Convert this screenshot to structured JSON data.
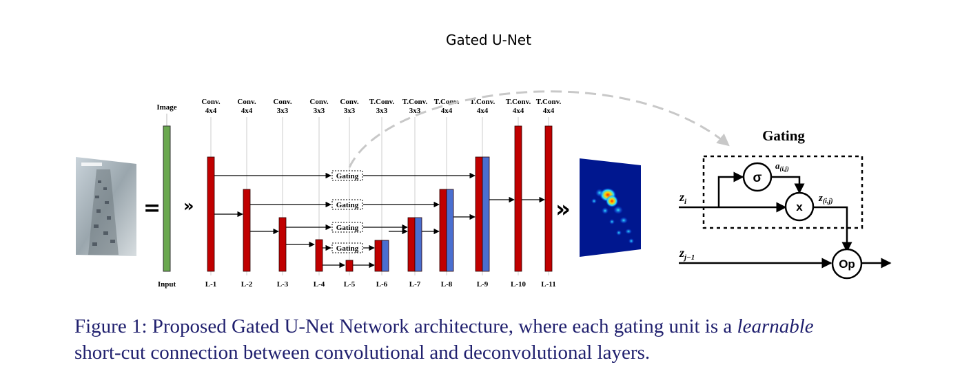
{
  "title": "Gated U-Net",
  "diagram": {
    "image_label": "Image",
    "input_label": "Input",
    "conv_layers": [
      {
        "op": "Conv.",
        "kernel": "4x4",
        "name": "L-1"
      },
      {
        "op": "Conv.",
        "kernel": "4x4",
        "name": "L-2"
      },
      {
        "op": "Conv.",
        "kernel": "3x3",
        "name": "L-3"
      },
      {
        "op": "Conv.",
        "kernel": "3x3",
        "name": "L-4"
      },
      {
        "op": "Conv.",
        "kernel": "3x3",
        "name": "L-5"
      },
      {
        "op": "T.Conv.",
        "kernel": "3x3",
        "name": "L-6"
      },
      {
        "op": "T.Conv.",
        "kernel": "3x3",
        "name": "L-7"
      },
      {
        "op": "T.Conv.",
        "kernel": "4x4",
        "name": "L-8"
      },
      {
        "op": "T.Conv.",
        "kernel": "4x4",
        "name": "L-9"
      },
      {
        "op": "T.Conv.",
        "kernel": "4x4",
        "name": "L-10"
      },
      {
        "op": "T.Conv.",
        "kernel": "4x4",
        "name": "L-11"
      }
    ],
    "gating_label": "Gating",
    "equals_sign": "=",
    "chevron": "»",
    "colors": {
      "input_bar": "#6aa84f",
      "encoder": "#c00000",
      "decoder": "#4a6fd0",
      "dashed_arc": "#c8c8c8",
      "caption": "#20206e"
    }
  },
  "gating_unit": {
    "title": "Gating",
    "z_i": "z",
    "z_i_sub": "i",
    "z_prev": "z",
    "z_prev_sub": "j−1",
    "a_ij": "a",
    "a_ij_sub": "(i,j)",
    "z_ij": "z",
    "z_ij_sub": "(i,j)",
    "sigma_node": "σ",
    "mult_node": "x",
    "op_node": "Op"
  },
  "caption": {
    "prefix": "Figure 1:  Proposed Gated U-Net Network architecture, where each gating unit is a ",
    "emphasis": "learnable",
    "line2": "short-cut connection between convolutional and deconvolutional layers."
  }
}
